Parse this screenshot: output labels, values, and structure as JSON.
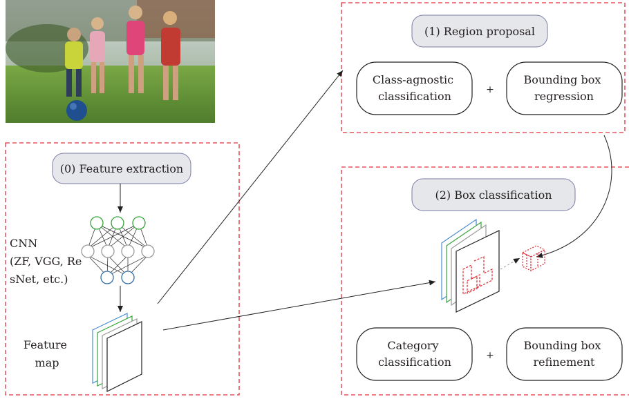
{
  "photo": {
    "description_icon": "photo-kids-soccer",
    "colors": {
      "grass": "#6f9b3c",
      "sky": "#c9d9e6",
      "ball": "#1f4f8f"
    }
  },
  "regions": {
    "feature_extraction": {
      "label": "(0) Feature extraction"
    },
    "region_proposal": {
      "label": "(1) Region proposal",
      "box_a": [
        "Class-agnostic",
        "classification"
      ],
      "plus": "+",
      "box_b": [
        "Bounding box",
        "regression"
      ]
    },
    "box_classification": {
      "label": "(2) Box classification",
      "box_a": [
        "Category",
        "classification"
      ],
      "plus": "+",
      "box_b": [
        "Bounding box",
        "refinement"
      ]
    }
  },
  "cnn": {
    "label": [
      "CNN",
      "(ZF, VGG, Re",
      "sNet, etc.)"
    ]
  },
  "feature_map": {
    "label": [
      "Feature",
      "map"
    ]
  },
  "colors": {
    "dashed_border": "#e0303a",
    "pill_fill": "#e6e7ea",
    "pill_stroke": "#7a7aa6",
    "node_green": "#35a43a",
    "node_blue": "#2f6ea8",
    "node_gray": "#9a9a9a",
    "roi_red": "#e0303a"
  }
}
